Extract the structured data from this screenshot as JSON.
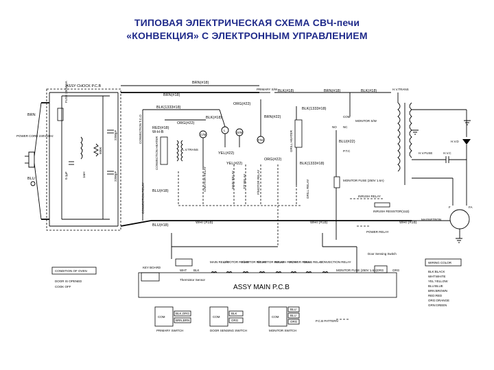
{
  "title": {
    "line1": "ТИПОВАЯ ЭЛЕКТРИЧЕСКАЯ СХЕМА  СВЧ-печи",
    "line2": "«КОНВЕКЦИЯ» С ЭЛЕКТРОННЫМ УПРАВЛЕНИЕМ"
  },
  "choke_board": {
    "label": "ASSY CHOCK P.C.B",
    "fuse": "FUSE 250V15A",
    "cap1": "0.1µF",
    "coil": "1mH",
    "res": "500K",
    "cap2": "2200pF",
    "cap3": "2200pF"
  },
  "power": {
    "cord": "POWER CORD 230V50Hz",
    "brn": "BRN",
    "blu": "BLU"
  },
  "wires": {
    "brn18a": "BRN(#18)",
    "brn18b": "BRN(#18)",
    "brn18c": "BRN(#18)",
    "blk1333a": "BLK(1333#18)",
    "red18": "RED(#18)",
    "wh_b": "W-H-B",
    "org22a": "ORG(#22)",
    "org22b": "ORG(#22)",
    "org22c": "ORG(#22)",
    "blk18a": "BLK(#18)",
    "blk18b": "BLK(#18)",
    "brn22": "BRN(#22)",
    "blk1333b": "BLK(1333#18)",
    "blk1333c": "BLK(1333#18)",
    "blu22": "BLU(#22)",
    "yel22a": "YEL(#22)",
    "yel22b": "YEL(#22)",
    "blu18a": "BLU(#18)",
    "blu18b": "BLU(#18)",
    "wht18a": "WHT(#18)",
    "wht18b": "WHT(#18)",
    "wht18c": "WHT(#18)"
  },
  "components": {
    "conv_tco": "CONVECTION T.C.O",
    "conv_heater": "CONVECTION HEATER",
    "lv_trans": "L.V.TRANS",
    "cm": "C/M",
    "c_motor_relay": "C/MOTOR RELAY",
    "l": "L",
    "main_relay": "MAIN RELAY",
    "dm": "D/M",
    "tt_relay": "T/T RELAY",
    "fm": "F/M",
    "f_motor_relay": "F/MOTOR RELAY",
    "primary_sw": "PRIMARY S/W",
    "grill_heater": "GRILL HEATER",
    "grill_relay": "GRILL RELAY",
    "conv_relay": "CONVECTION RELAY",
    "com": "COM",
    "no": "NO",
    "nc": "NC",
    "monitor_sw": "MONITOR S/W",
    "ptc": "P.T.C",
    "monitor_fuse": "MONITOR FUSE (250V 1.6A)",
    "inrush_relay": "INRUSH RELAY",
    "resistor": "INRUSH RESISTOR(11Ω)",
    "power_relay": "POWER RELAY",
    "hv_trans": "H.V.TRANS",
    "hvd": "H.V.D",
    "hv_fuse": "H.V.FUSE",
    "hvc": "H.V.C",
    "magnetron": "MAGNETRON",
    "f": "F",
    "fa": "FA"
  },
  "main_board": {
    "label": "ASSY MAIN P.C.B",
    "key_board": "KEY BOARD",
    "wht": "WHT",
    "blk": "BLK",
    "thermistor": "Thermistor Sensor",
    "door_sensing": "Door Sensing Switch",
    "relays": [
      "MAIN RELAY",
      "C/MOTOR RELAY",
      "F/MOTOR RELAY",
      "T/T MOTOR RELAY",
      "INRUSH RELAY",
      "POWER RELAY",
      "GRILL RELAY",
      "CONVECTION RELAY"
    ],
    "monitor_fuse": "MONITOR FUSE (250V 1.6A)",
    "org1": "ORG",
    "org2": "ORG"
  },
  "condition": {
    "header": "CONDITION OF OVEN",
    "line1": "DOOR IS OPENED",
    "line2": "COOK OFF"
  },
  "wiring_color": {
    "header": "WIRING COLOR",
    "items": [
      "BLK:BLACK",
      "WHT:WHITE",
      "YEL:YELLOW",
      "BLU:BLUE",
      "BRN:BROWN",
      "RED:RED",
      "ORG:ORANGE",
      "GRN:GREEN"
    ]
  },
  "switches": {
    "primary": {
      "name": "PRIMARY SWITCH",
      "com": "COM",
      "t1": "BLK,ORG",
      "t2": "BRN,BRN"
    },
    "door": {
      "name": "DOOR SENSING SWITCH",
      "com": "COM",
      "t1": "BLK",
      "t2": "ORG"
    },
    "monitor": {
      "name": "MONITOR SWITCH",
      "com": "COM",
      "t1": "BLU",
      "t2": "BLU",
      "t3": "ORG"
    }
  },
  "pcb_pattern": "P.C.B PATTERN"
}
